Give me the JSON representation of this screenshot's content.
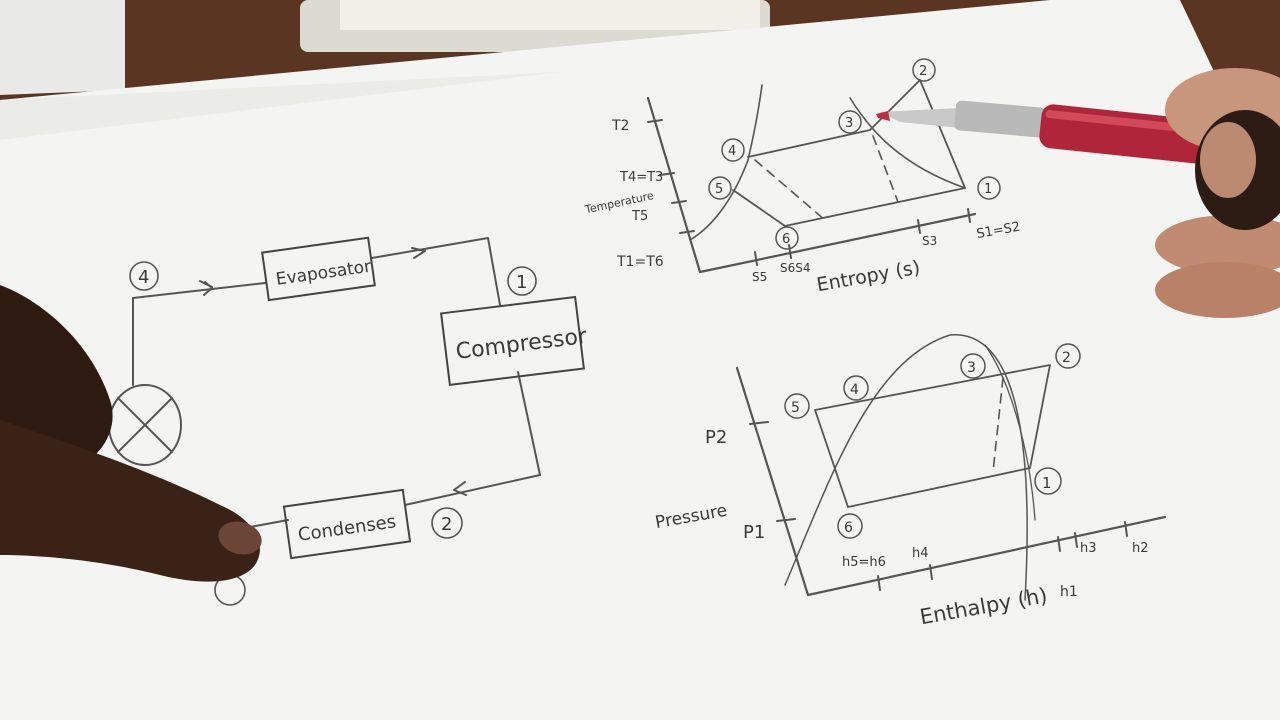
{
  "colors": {
    "desk": "#5a3622",
    "paper": "#f4f4f2",
    "pencil": "#555555",
    "pen_barrel": "#b0253a",
    "skin": "#3b2216"
  },
  "cycle": {
    "evaporator": "Evaposator",
    "compressor": "Compressor",
    "condenser": "Condenses",
    "point_1": "1",
    "point_2": "2",
    "point_4": "4"
  },
  "ts_diagram": {
    "y_ticks": {
      "t2": "T2",
      "t4_t3": "T4=T3",
      "temp_word": "Temperature",
      "t5": "T5",
      "t1_t6": "T1=T6"
    },
    "x_ticks": {
      "s5": "S5",
      "s6s4": "S6S4",
      "s3": "S3",
      "s1s2": "S1=S2"
    },
    "x_label": "Entropy (s)",
    "points": {
      "p1": "1",
      "p2": "2",
      "p3": "3",
      "p4": "4",
      "p5": "5",
      "p6": "6"
    }
  },
  "ph_diagram": {
    "y_label": "Pressure",
    "y_ticks": {
      "p2": "P2",
      "p1": "P1"
    },
    "x_ticks": {
      "h5h6": "h5=h6",
      "h4": "h4",
      "h1": "h1",
      "h3": "h3",
      "h2": "h2"
    },
    "x_label": "Enthalpy (h)",
    "points": {
      "p1": "1",
      "p2": "2",
      "p3": "3",
      "p4": "4",
      "p5": "5",
      "p6": "6"
    }
  },
  "objects": {
    "pen": "pen-icon",
    "hand_left": "finger-icon",
    "hand_right": "hand-icon",
    "expansion_valve": "valve-icon"
  }
}
